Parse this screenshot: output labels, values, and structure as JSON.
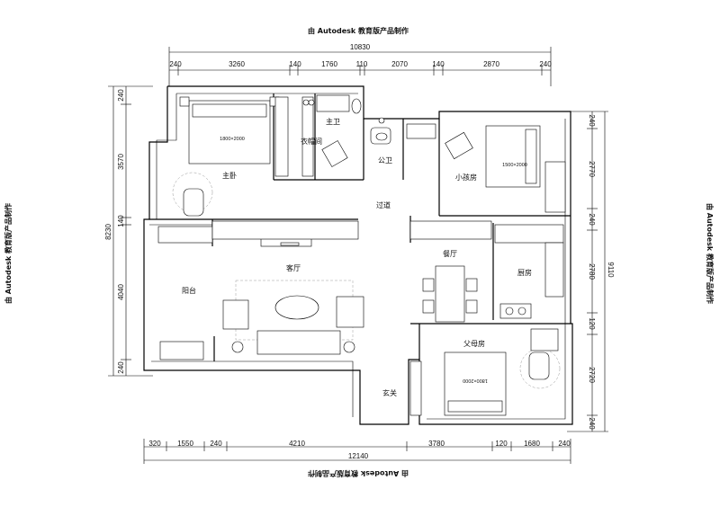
{
  "stamps": {
    "top": "由 Autodesk 教育版产品制作",
    "bottom": "由 Autodesk 教育版产品制作",
    "left": "由 Autodesk 教育版产品制作",
    "right": "由 Autodesk 教育版产品制作"
  },
  "dimensions": {
    "top_total": "10830",
    "top": [
      "240",
      "3260",
      "140",
      "1760",
      "110",
      "2070",
      "140",
      "2870",
      "240"
    ],
    "bottom_total": "12140",
    "bottom": [
      "320",
      "1550",
      "240",
      "4210",
      "3780",
      "120",
      "1680",
      "240"
    ],
    "left_total": "8230",
    "left": [
      "240",
      "3570",
      "140",
      "4040",
      "240"
    ],
    "right_total": "9110",
    "right": [
      "240",
      "2770",
      "240",
      "2780",
      "120",
      "2720",
      "240"
    ]
  },
  "rooms": {
    "master_bedroom": "主卧",
    "closet": "衣帽间",
    "master_bath": "主卫",
    "public_bath": "公卫",
    "kids_room": "小孩房",
    "corridor": "过道",
    "living_room": "客厅",
    "dining_room": "餐厅",
    "kitchen": "厨房",
    "balcony": "阳台",
    "parents_room": "父母房",
    "entrance": "玄关"
  },
  "bed_labels": {
    "master": "1800×2000",
    "kids": "1500×2000",
    "parents": "1800×2000"
  }
}
